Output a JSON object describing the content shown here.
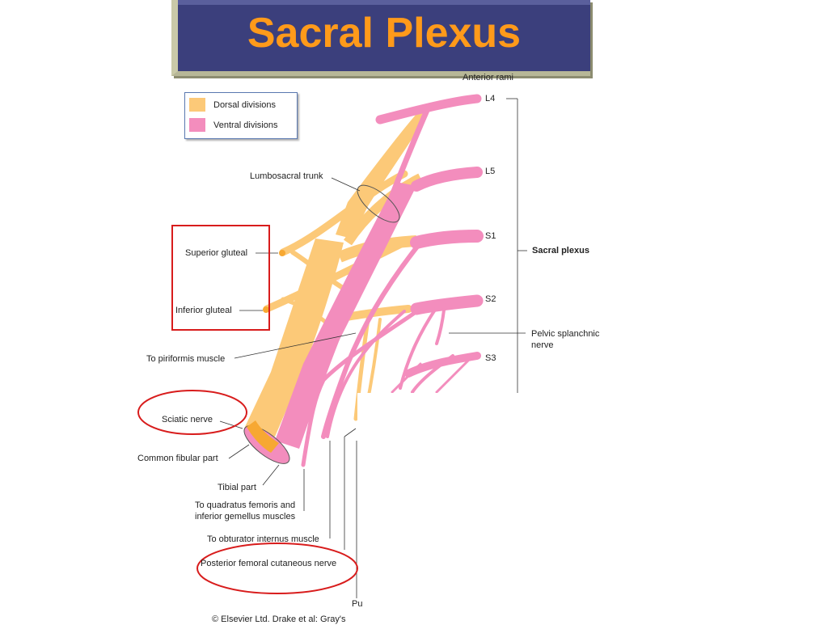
{
  "slide": {
    "title": "Sacral Plexus"
  },
  "legend": {
    "items": [
      {
        "label": "Dorsal divisions",
        "color": "#fcc978"
      },
      {
        "label": "Ventral divisions",
        "color": "#f38dbd"
      }
    ]
  },
  "roots": {
    "header": "Anterior rami",
    "l4": "L4",
    "l5": "L5",
    "s1": "S1",
    "s2": "S2",
    "s3": "S3",
    "bracket_label": "Sacral plexus"
  },
  "labels": {
    "lumbosacral_trunk": "Lumbosacral trunk",
    "superior_gluteal": "Superior gluteal",
    "inferior_gluteal": "Inferior gluteal",
    "piriformis": "To piriformis muscle",
    "sciatic": "Sciatic nerve",
    "common_fibular": "Common fibular part",
    "tibial": "Tibial part",
    "quadratus_line1": "To quadratus femoris and",
    "quadratus_line2": "inferior gemellus muscles",
    "obturator": "To obturator internus muscle",
    "posterior_femoral": "Posterior femoral cutaneous nerve",
    "pelvic_splanchnic_line1": "Pelvic splanchnic",
    "pelvic_splanchnic_line2": "nerve",
    "pudendal_abbrev": "Pu",
    "copyright": "© Elsevier Ltd. Drake et al: Gray's"
  },
  "colors": {
    "dorsal": "#fcc978",
    "ventral": "#f38dbd",
    "highlight": "#d81c1c",
    "banner": "#3b3f7c",
    "title": "#ff9a1a"
  }
}
